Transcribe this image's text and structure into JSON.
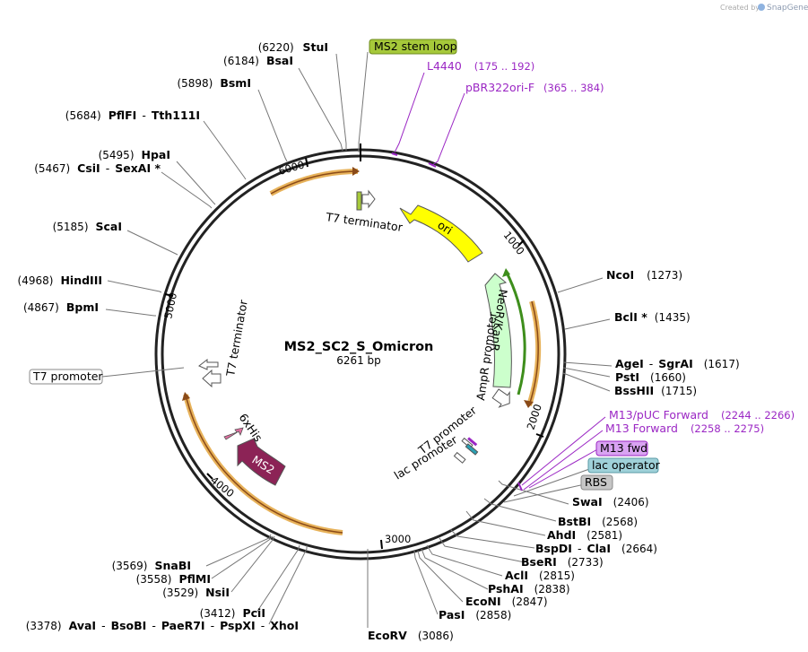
{
  "plasmid": {
    "name": "MS2_SC2_S_Omicron",
    "size": "6261 bp"
  },
  "branding": {
    "created_by": "Created by",
    "app": "SnapGene"
  },
  "ticks": [
    "1000",
    "2000",
    "3000",
    "4000",
    "5000",
    "6000"
  ],
  "sites": [
    {
      "name": "StuI",
      "pos": "(6220)"
    },
    {
      "name": "BsaI",
      "pos": "(6184)"
    },
    {
      "name": "BsmI",
      "pos": "(5898)"
    },
    {
      "name": "PflFI",
      "name2": "Tth111I",
      "pos": "(5684)"
    },
    {
      "name": "HpaI",
      "pos": "(5495)"
    },
    {
      "name": "CsiI",
      "name2": "SexAI *",
      "pos": "(5467)"
    },
    {
      "name": "ScaI",
      "pos": "(5185)"
    },
    {
      "name": "HindIII",
      "pos": "(4968)"
    },
    {
      "name": "BpmI",
      "pos": "(4867)"
    },
    {
      "name": "NcoI",
      "pos": "(1273)"
    },
    {
      "name": "BclI *",
      "pos": "(1435)"
    },
    {
      "name": "AgeI",
      "name2": "SgrAI",
      "pos": "(1617)"
    },
    {
      "name": "PstI",
      "pos": "(1660)"
    },
    {
      "name": "BssHII",
      "pos": "(1715)"
    },
    {
      "name": "SwaI",
      "pos": "(2406)"
    },
    {
      "name": "BstBI",
      "pos": "(2568)"
    },
    {
      "name": "AhdI",
      "pos": "(2581)"
    },
    {
      "name": "BspDI",
      "name2": "ClaI",
      "pos": "(2664)"
    },
    {
      "name": "BseRI",
      "pos": "(2733)"
    },
    {
      "name": "AclI",
      "pos": "(2815)"
    },
    {
      "name": "PshAI",
      "pos": "(2838)"
    },
    {
      "name": "EcoNI",
      "pos": "(2847)"
    },
    {
      "name": "PasI",
      "pos": "(2858)"
    },
    {
      "name": "EcoRV",
      "pos": "(3086)"
    },
    {
      "name": "SnaBI",
      "pos": "(3569)"
    },
    {
      "name": "PflMI",
      "pos": "(3558)"
    },
    {
      "name": "NsiI",
      "pos": "(3529)"
    },
    {
      "name": "PciI",
      "pos": "(3412)"
    },
    {
      "name": "AvaI",
      "name2": "BsoBI",
      "name3": "PaeR7I",
      "name4": "PspXI",
      "name5": "XhoI",
      "pos": "(3378)"
    }
  ],
  "primers": [
    {
      "name": "L4440",
      "pos": "(175 .. 192)"
    },
    {
      "name": "pBR322ori-F",
      "pos": "(365 .. 384)"
    },
    {
      "name": "M13/pUC Forward",
      "pos": "(2244 .. 2266)"
    },
    {
      "name": "M13 Forward",
      "pos": "(2258 .. 2275)"
    }
  ],
  "boxed_features": [
    {
      "name": "MS2 stem loop",
      "color": "#a6c93a"
    },
    {
      "name": "M13 fwd",
      "color": "#d9a3f2"
    },
    {
      "name": "lac operator",
      "color": "#9fd1d9"
    },
    {
      "name": "RBS",
      "color": "#c6c6c6"
    },
    {
      "name": "T7 promoter",
      "color": "#ffffff"
    }
  ],
  "features": [
    {
      "name": "T7 terminator",
      "label_ref": "top"
    },
    {
      "name": "ori",
      "color": "#ffff00"
    },
    {
      "name": "NeoR/KanR",
      "color": "#ccffcc"
    },
    {
      "name": "AmpR promoter",
      "color": "#ffffff"
    },
    {
      "name": "T7 promoter",
      "color": "#ffffff"
    },
    {
      "name": "lac promoter",
      "color": "#ffffff"
    },
    {
      "name": "T7 terminator",
      "label_ref": "left"
    },
    {
      "name": "6xHis",
      "color": "#e06fa0"
    },
    {
      "name": "MS2",
      "color": "#8c2356"
    }
  ],
  "colors": {
    "primer": "#9b27c4",
    "orf_outline": "#e7b25a",
    "orf_line": "#8a4a18",
    "neo_orf": "#3e8e1c",
    "map_line": "#777777"
  }
}
